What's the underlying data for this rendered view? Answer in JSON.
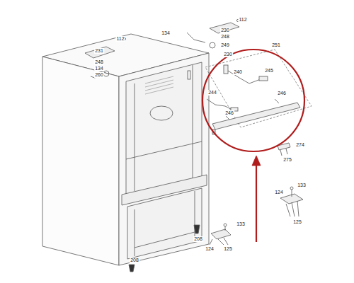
{
  "diagram": {
    "labels": [
      "112",
      "230",
      "248",
      "134",
      "249",
      "112",
      "231",
      "248",
      "134",
      "260",
      "251",
      "230",
      "240",
      "245",
      "244",
      "246",
      "246",
      "274",
      "275",
      "133",
      "124",
      "125",
      "133",
      "208",
      "124",
      "125",
      "208"
    ]
  }
}
